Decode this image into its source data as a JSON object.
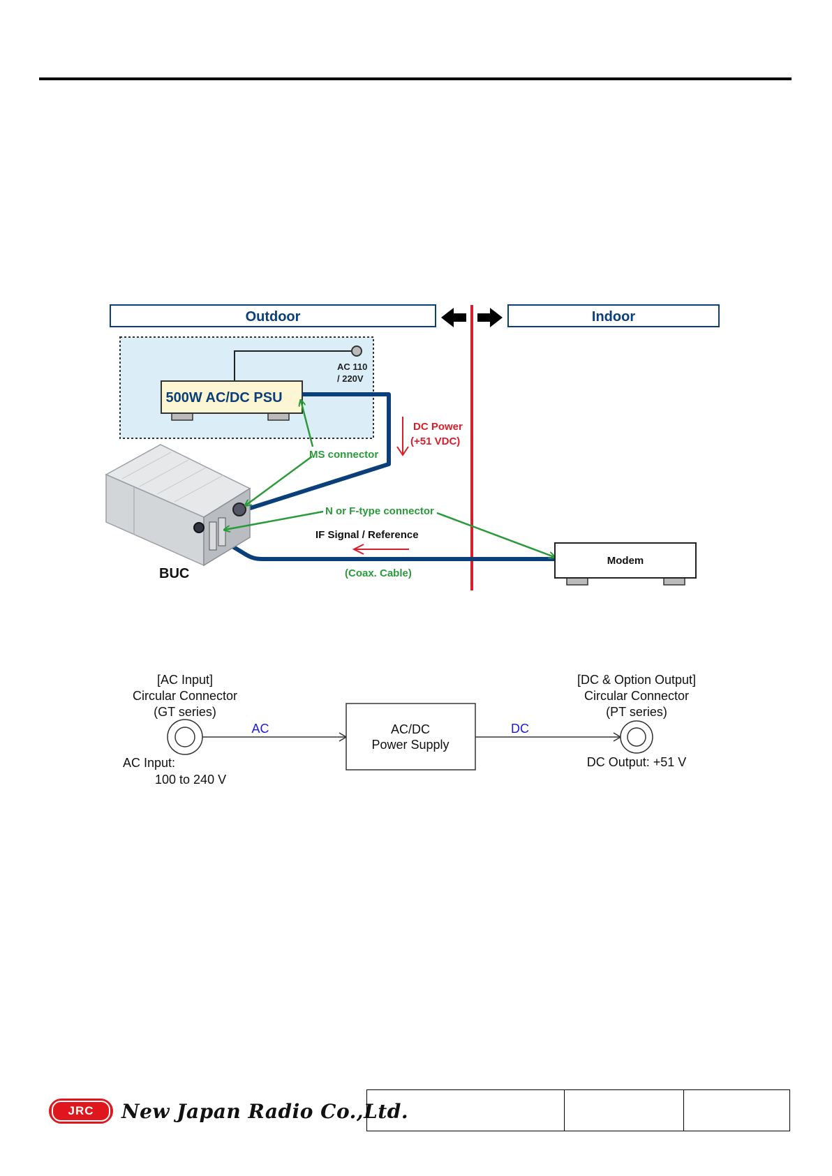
{
  "diagram1": {
    "outdoor_label": "Outdoor",
    "indoor_label": "Indoor",
    "psu_label": "500W AC/DC PSU",
    "ac_line1": "AC 110",
    "ac_line2": "/ 220V",
    "dc_power_line1": "DC Power",
    "dc_power_line2": "(+51 VDC)",
    "ms_connector": "MS connector",
    "n_connector": "N or F-type connector",
    "if_signal": "IF Signal / Reference",
    "coax": "(Coax. Cable)",
    "buc_label": "BUC",
    "modem_label": "Modem",
    "colors": {
      "navy": "#0b3f7a",
      "red": "#d81e2a",
      "green": "#2a9a3a",
      "light_blue": "#dbeef7",
      "psu_fill": "#fdf6d3"
    }
  },
  "diagram2": {
    "ac_input_title_1": "[AC Input]",
    "ac_input_title_2": "Circular Connector",
    "ac_input_title_3": "(GT series)",
    "ac_input_value_1": "AC Input:",
    "ac_input_value_2": "100 to 240 V",
    "ac_line_label": "AC",
    "psu_line1": "AC/DC",
    "psu_line2": "Power Supply",
    "dc_line_label": "DC",
    "dc_output_title_1": "[DC & Option Output]",
    "dc_output_title_2": "Circular Connector",
    "dc_output_title_3": "(PT series)",
    "dc_output_value": "DC Output: +51 V"
  },
  "footer": {
    "logo_badge": "JRC",
    "company": "New Japan Radio Co.,Ltd."
  }
}
